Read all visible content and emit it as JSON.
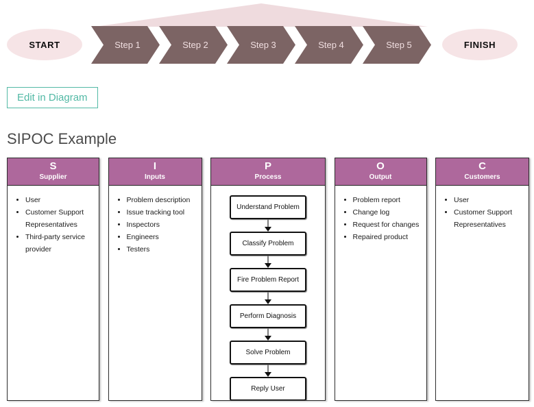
{
  "flow": {
    "start_label": "START",
    "finish_label": "FINISH",
    "steps": [
      "Step 1",
      "Step 2",
      "Step 3",
      "Step 4",
      "Step 5"
    ]
  },
  "toolbar": {
    "edit_button_label": "Edit in Diagram"
  },
  "page": {
    "title": "SIPOC Example"
  },
  "colors": {
    "header_purple": "#ae689c",
    "chevron_brown": "#7c6464",
    "pale_pink": "#f6e4e6",
    "accent_teal": "#52b9a5"
  },
  "sipoc": {
    "columns": [
      {
        "letter": "S",
        "title": "Supplier",
        "items": [
          "User",
          "Customer Support Representatives",
          "Third-party service provider"
        ]
      },
      {
        "letter": "I",
        "title": "Inputs",
        "items": [
          "Problem description",
          "Issue tracking tool",
          "Inspectors",
          "Engineers",
          "Testers"
        ]
      },
      {
        "letter": "P",
        "title": "Process",
        "process_steps": [
          "Understand Problem",
          "Classify Problem",
          "Fire Problem Report",
          "Perform Diagnosis",
          "Solve Problem",
          "Reply User"
        ]
      },
      {
        "letter": "O",
        "title": "Output",
        "items": [
          "Problem report",
          "Change log",
          "Request for changes",
          "Repaired product"
        ]
      },
      {
        "letter": "C",
        "title": "Customers",
        "items": [
          "User",
          "Customer Support Representatives"
        ]
      }
    ]
  }
}
